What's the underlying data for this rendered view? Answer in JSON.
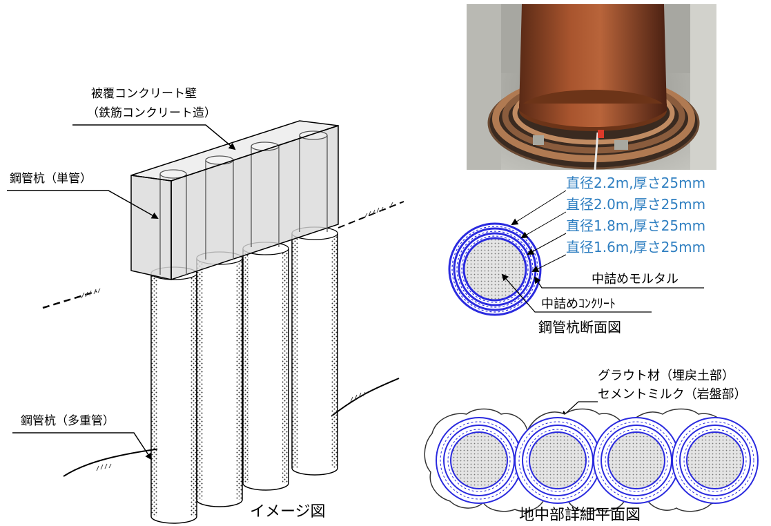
{
  "labels": {
    "cover_wall_line1": "被覆コンクリート壁",
    "cover_wall_line2": "（鉄筋コンクリート造）",
    "pile_single": "鋼管杭（単管）",
    "pile_multi": "鋼管杭（多重管）",
    "image_caption": "イメージ図",
    "section_title": "鋼管杭断面図",
    "plan_title": "地中部詳細平面図",
    "fill_mortar": "中詰めモルタル",
    "fill_concrete": "中詰めｺﾝｸﾘｰﾄ",
    "grout_line1": "グラウト材（埋戻土部）",
    "grout_line2": "セメントミルク（岩盤部）"
  },
  "pipe_specs": [
    "直径2.2m,厚さ25mm",
    "直径2.0m,厚さ25mm",
    "直径1.8m,厚さ25mm",
    "直径1.6m,厚さ25mm"
  ],
  "colors": {
    "spec_text": "#2f7fc1",
    "ring_blue": "#2a2adf",
    "wall_fill": "#e6e6e6",
    "photo_rust": "#9c4a26"
  }
}
